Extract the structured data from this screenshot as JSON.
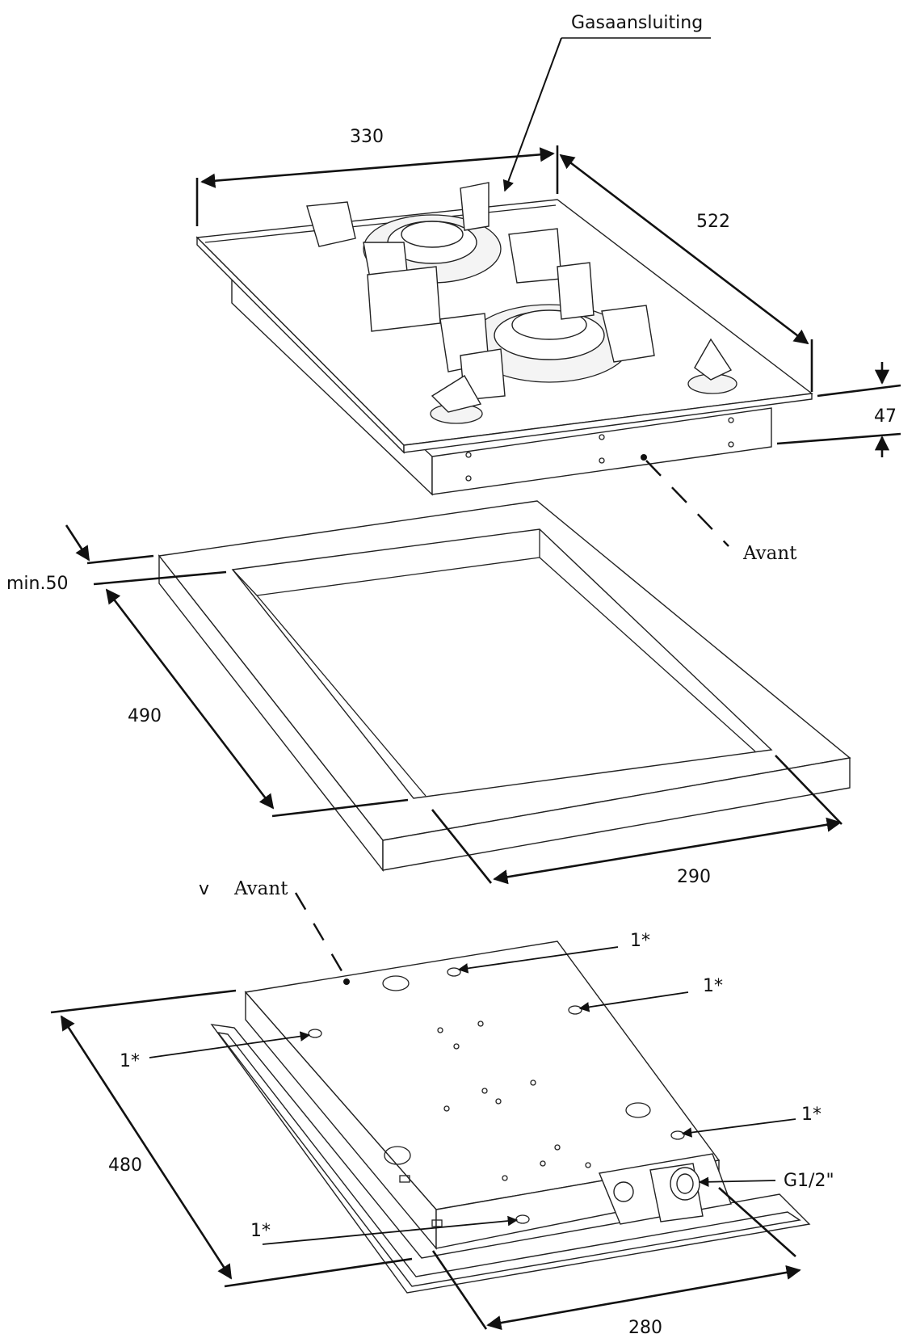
{
  "labels": {
    "gas_connection": "Gasaansluiting",
    "front_top": "Avant",
    "front_bottom": "Avant",
    "front_marker": "v",
    "g_thread": "G1/2\"",
    "fixing_point": "1*"
  },
  "dimensions": {
    "hob_width": "330",
    "hob_depth": "522",
    "hob_height": "47",
    "cutout_min_edge": "min.50",
    "cutout_depth": "490",
    "cutout_width": "290",
    "underside_depth": "480",
    "underside_width": "280"
  },
  "colors": {
    "line": "#111111",
    "background": "#ffffff"
  }
}
